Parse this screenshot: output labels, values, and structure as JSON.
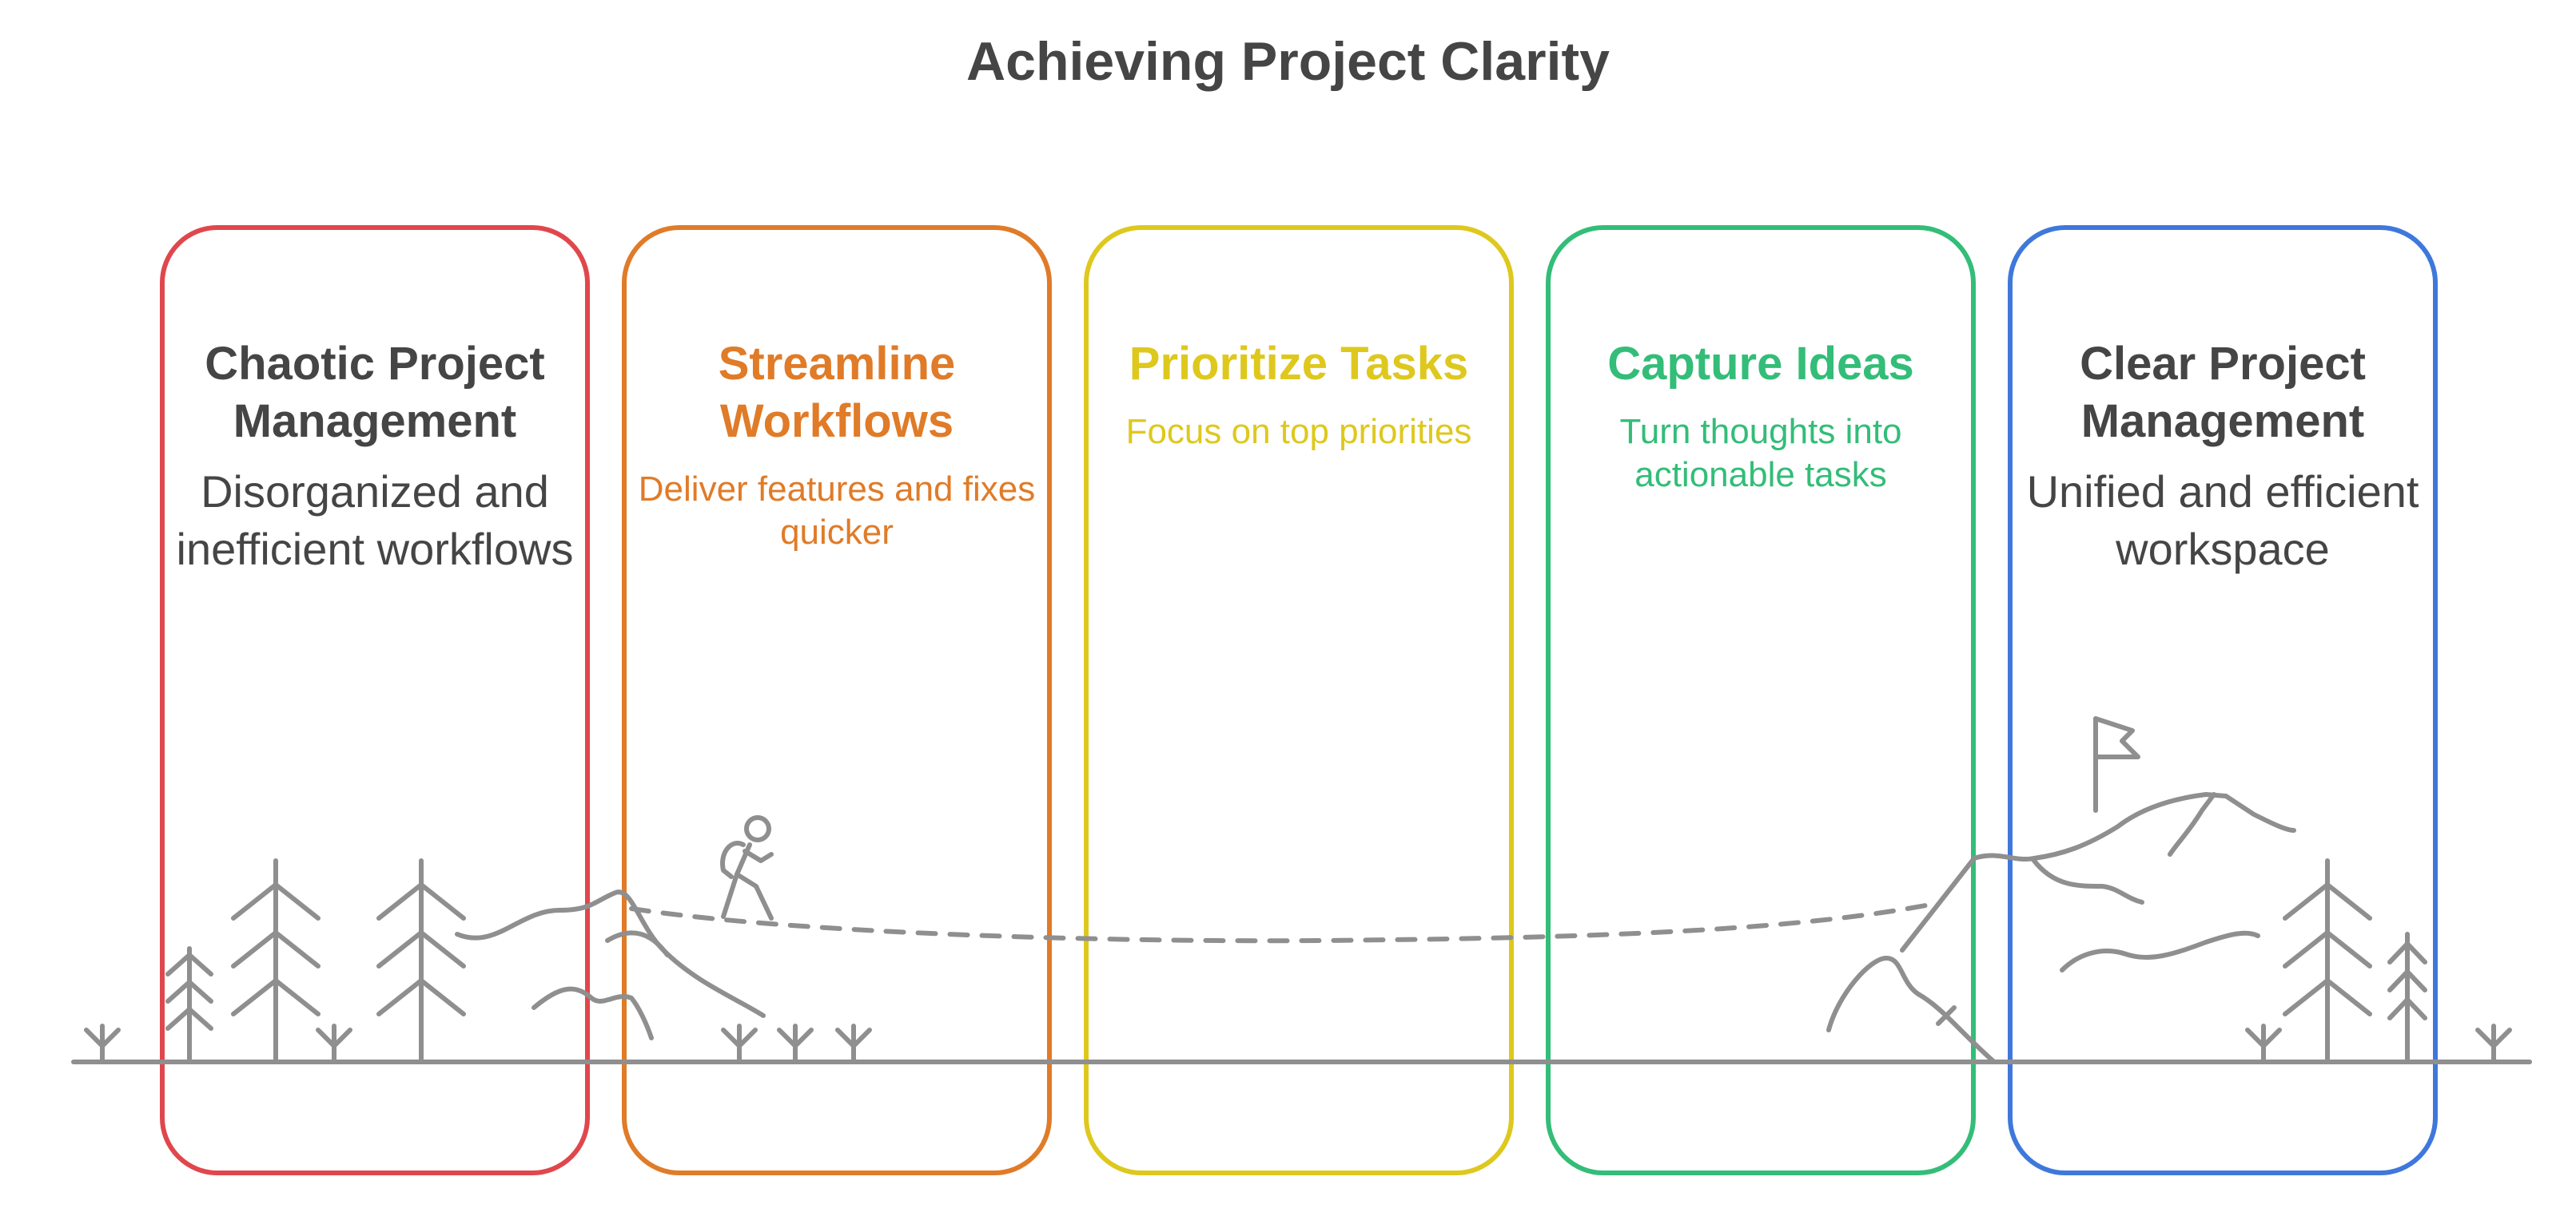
{
  "title": "Achieving Project Clarity",
  "colors": {
    "red": "#E0474C",
    "orange": "#E07B28",
    "yellow": "#DEC81E",
    "green": "#33BD78",
    "blue": "#3F78DB",
    "gray": "#8F8F8F",
    "dark": "#454545"
  },
  "stages": [
    {
      "title": "Chaotic Project Management",
      "desc": "Disorganized and inefficient workflows"
    },
    {
      "title": "Streamline Workflows",
      "desc": "Deliver features and fixes quicker"
    },
    {
      "title": "Prioritize Tasks",
      "desc": "Focus on top priorities"
    },
    {
      "title": "Capture Ideas",
      "desc": "Turn thoughts into actionable tasks"
    },
    {
      "title": "Clear Project Management",
      "desc": "Unified and efficient workspace"
    }
  ]
}
